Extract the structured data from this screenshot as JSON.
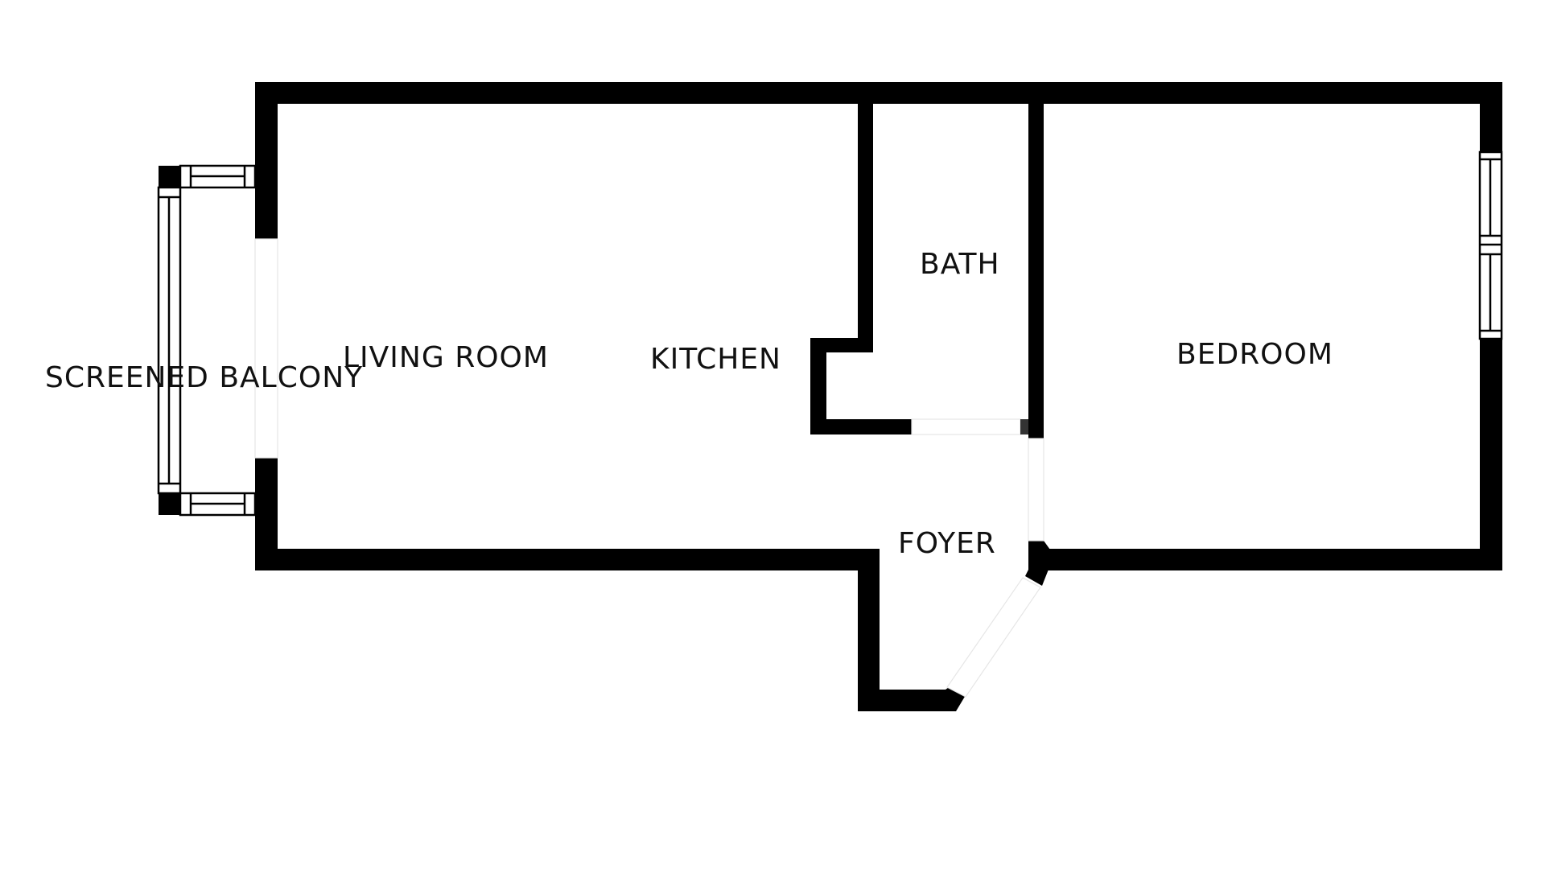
{
  "plan": {
    "wall_color": "#000000",
    "background": "#ffffff"
  },
  "rooms": {
    "screened_balcony": {
      "label": "SCREENED BALCONY"
    },
    "living_room": {
      "label": "LIVING ROOM"
    },
    "kitchen": {
      "label": "KITCHEN"
    },
    "bath": {
      "label": "BATH"
    },
    "bedroom": {
      "label": "BEDROOM"
    },
    "foyer": {
      "label": "FOYER"
    }
  }
}
